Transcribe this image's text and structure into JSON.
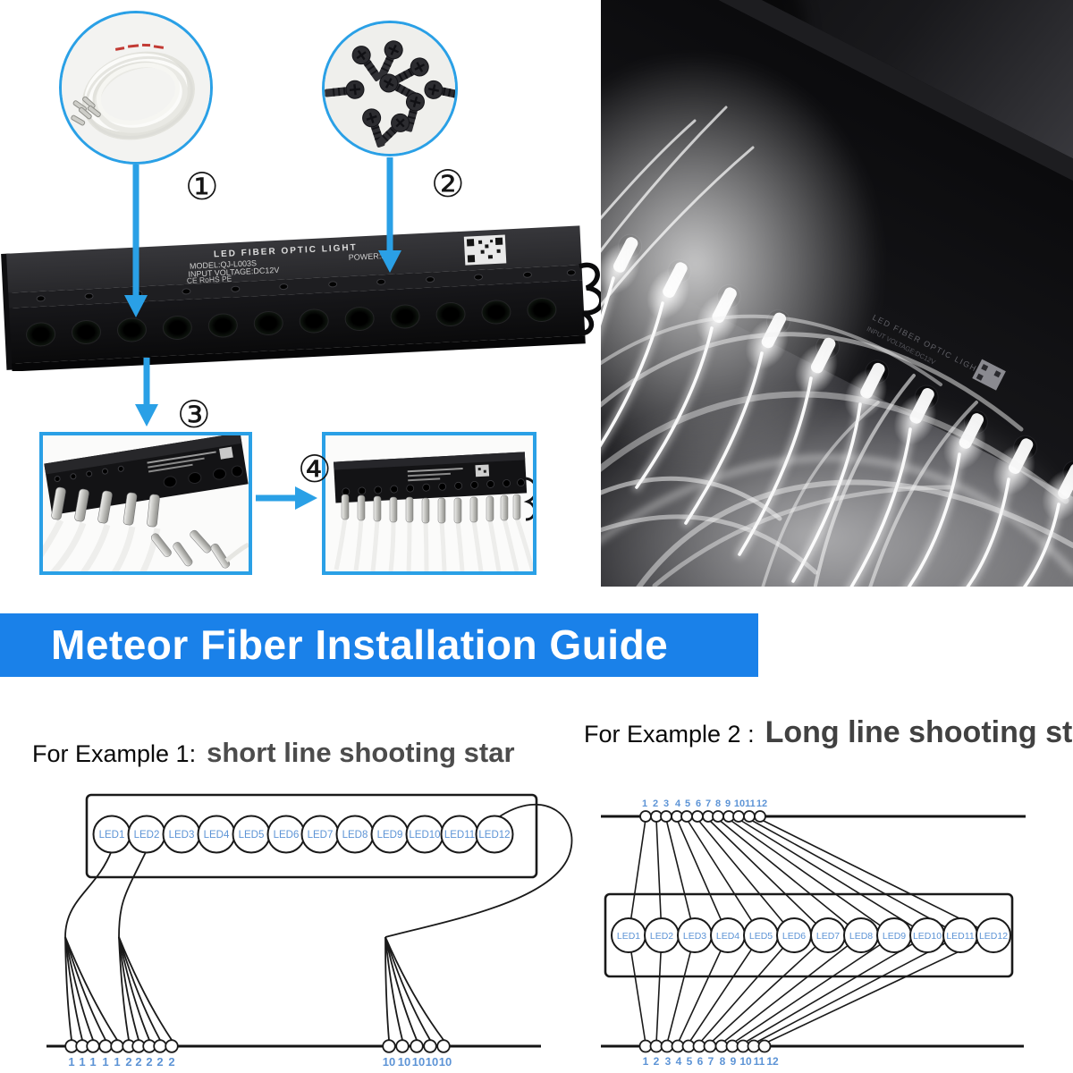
{
  "banner": {
    "title": "Meteor Fiber Installation Guide"
  },
  "colors": {
    "accent_blue": "#2aa0e6",
    "banner_blue": "#1a81e9",
    "diagram_blue": "#5d94d6",
    "line_black": "#1a1a1a"
  },
  "kit": {
    "step1": "①",
    "step2": "②",
    "step3": "③",
    "step4": "④"
  },
  "device_label": {
    "line1": "LED FIBER OPTIC LIGHT",
    "model": "MODEL:QJ-L003S",
    "power": "POWER:3W",
    "voltage": "INPUT VOLTAGE:DC12V",
    "certs": "CE RoHS PE"
  },
  "example1": {
    "prefix": "For Example 1:",
    "title": "short line shooting star",
    "leds": [
      "LED1",
      "LED2",
      "LED3",
      "LED4",
      "LED5",
      "LED6",
      "LED7",
      "LED8",
      "LED9",
      "LED10",
      "LED11",
      "LED12"
    ],
    "fiber_groups": [
      [
        "1",
        "1",
        "1",
        "1",
        "1"
      ],
      [
        "2",
        "2",
        "2",
        "2",
        "2"
      ],
      [
        "10",
        "10",
        "10",
        "10",
        "10"
      ]
    ]
  },
  "example2": {
    "prefix": "For Example 2 :",
    "title": "Long line shooting star",
    "leds": [
      "LED1",
      "LED2",
      "LED3",
      "LED4",
      "LED5",
      "LED6",
      "LED7",
      "LED8",
      "LED9",
      "LED10",
      "LED11",
      "LED12"
    ],
    "top_numbers": [
      "1",
      "2",
      "3",
      "4",
      "5",
      "6",
      "7",
      "8",
      "9",
      "10",
      "11",
      "12"
    ],
    "bottom_numbers": [
      "1",
      "2",
      "3",
      "4",
      "5",
      "6",
      "7",
      "8",
      "9",
      "10",
      "11",
      "12"
    ]
  }
}
